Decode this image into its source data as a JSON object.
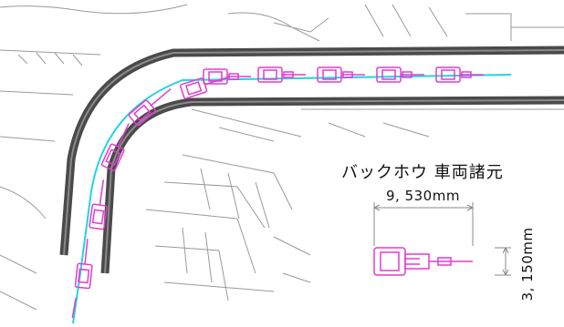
{
  "panel": {
    "title": "バックホウ 車両諸元",
    "width_label": "9, 530mm",
    "height_label": "3, 150mm"
  },
  "colors": {
    "road_outer": "#4a4a4a",
    "road_inner": "#8a8a8a",
    "path": "#22d3e6",
    "vehicle": "#e23bd0",
    "background_lines": "#9a9a9a"
  },
  "icons": {
    "vehicle": "backhoe-icon"
  }
}
